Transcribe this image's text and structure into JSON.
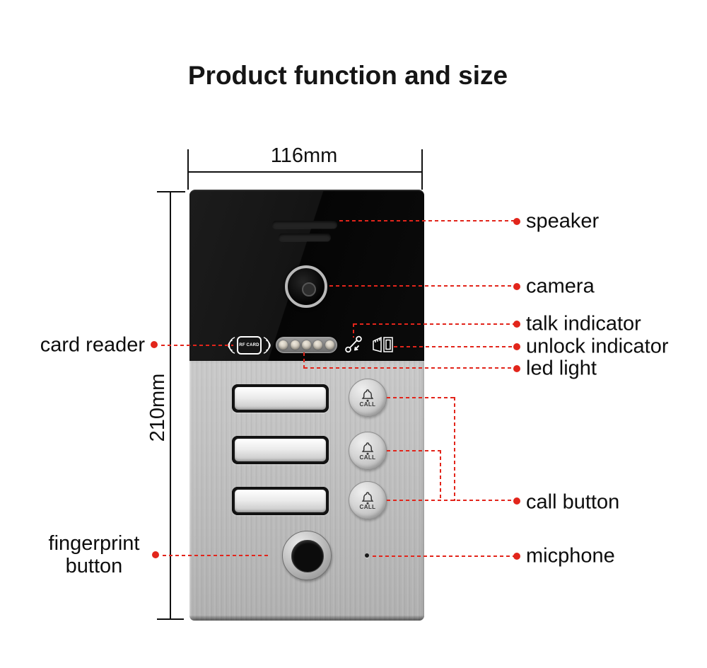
{
  "title": "Product function and size",
  "dimensions": {
    "width": "116mm",
    "height": "210mm"
  },
  "device": {
    "rf_card_label": "RF CARD",
    "call_label": "CALL"
  },
  "labels": {
    "speaker": "speaker",
    "camera": "camera",
    "talk_indicator": "talk indicator",
    "unlock_indicator": "unlock indicator",
    "led_light": "led light",
    "call_button": "call button",
    "micphone": "micphone",
    "card_reader": "card reader",
    "fingerprint_button": "fingerprint button"
  },
  "colors": {
    "leader_red": "#e2251b",
    "label_text": "#0d0d0d",
    "panel_black": "#0b0b0b",
    "panel_gray": "#bcbcbc"
  }
}
